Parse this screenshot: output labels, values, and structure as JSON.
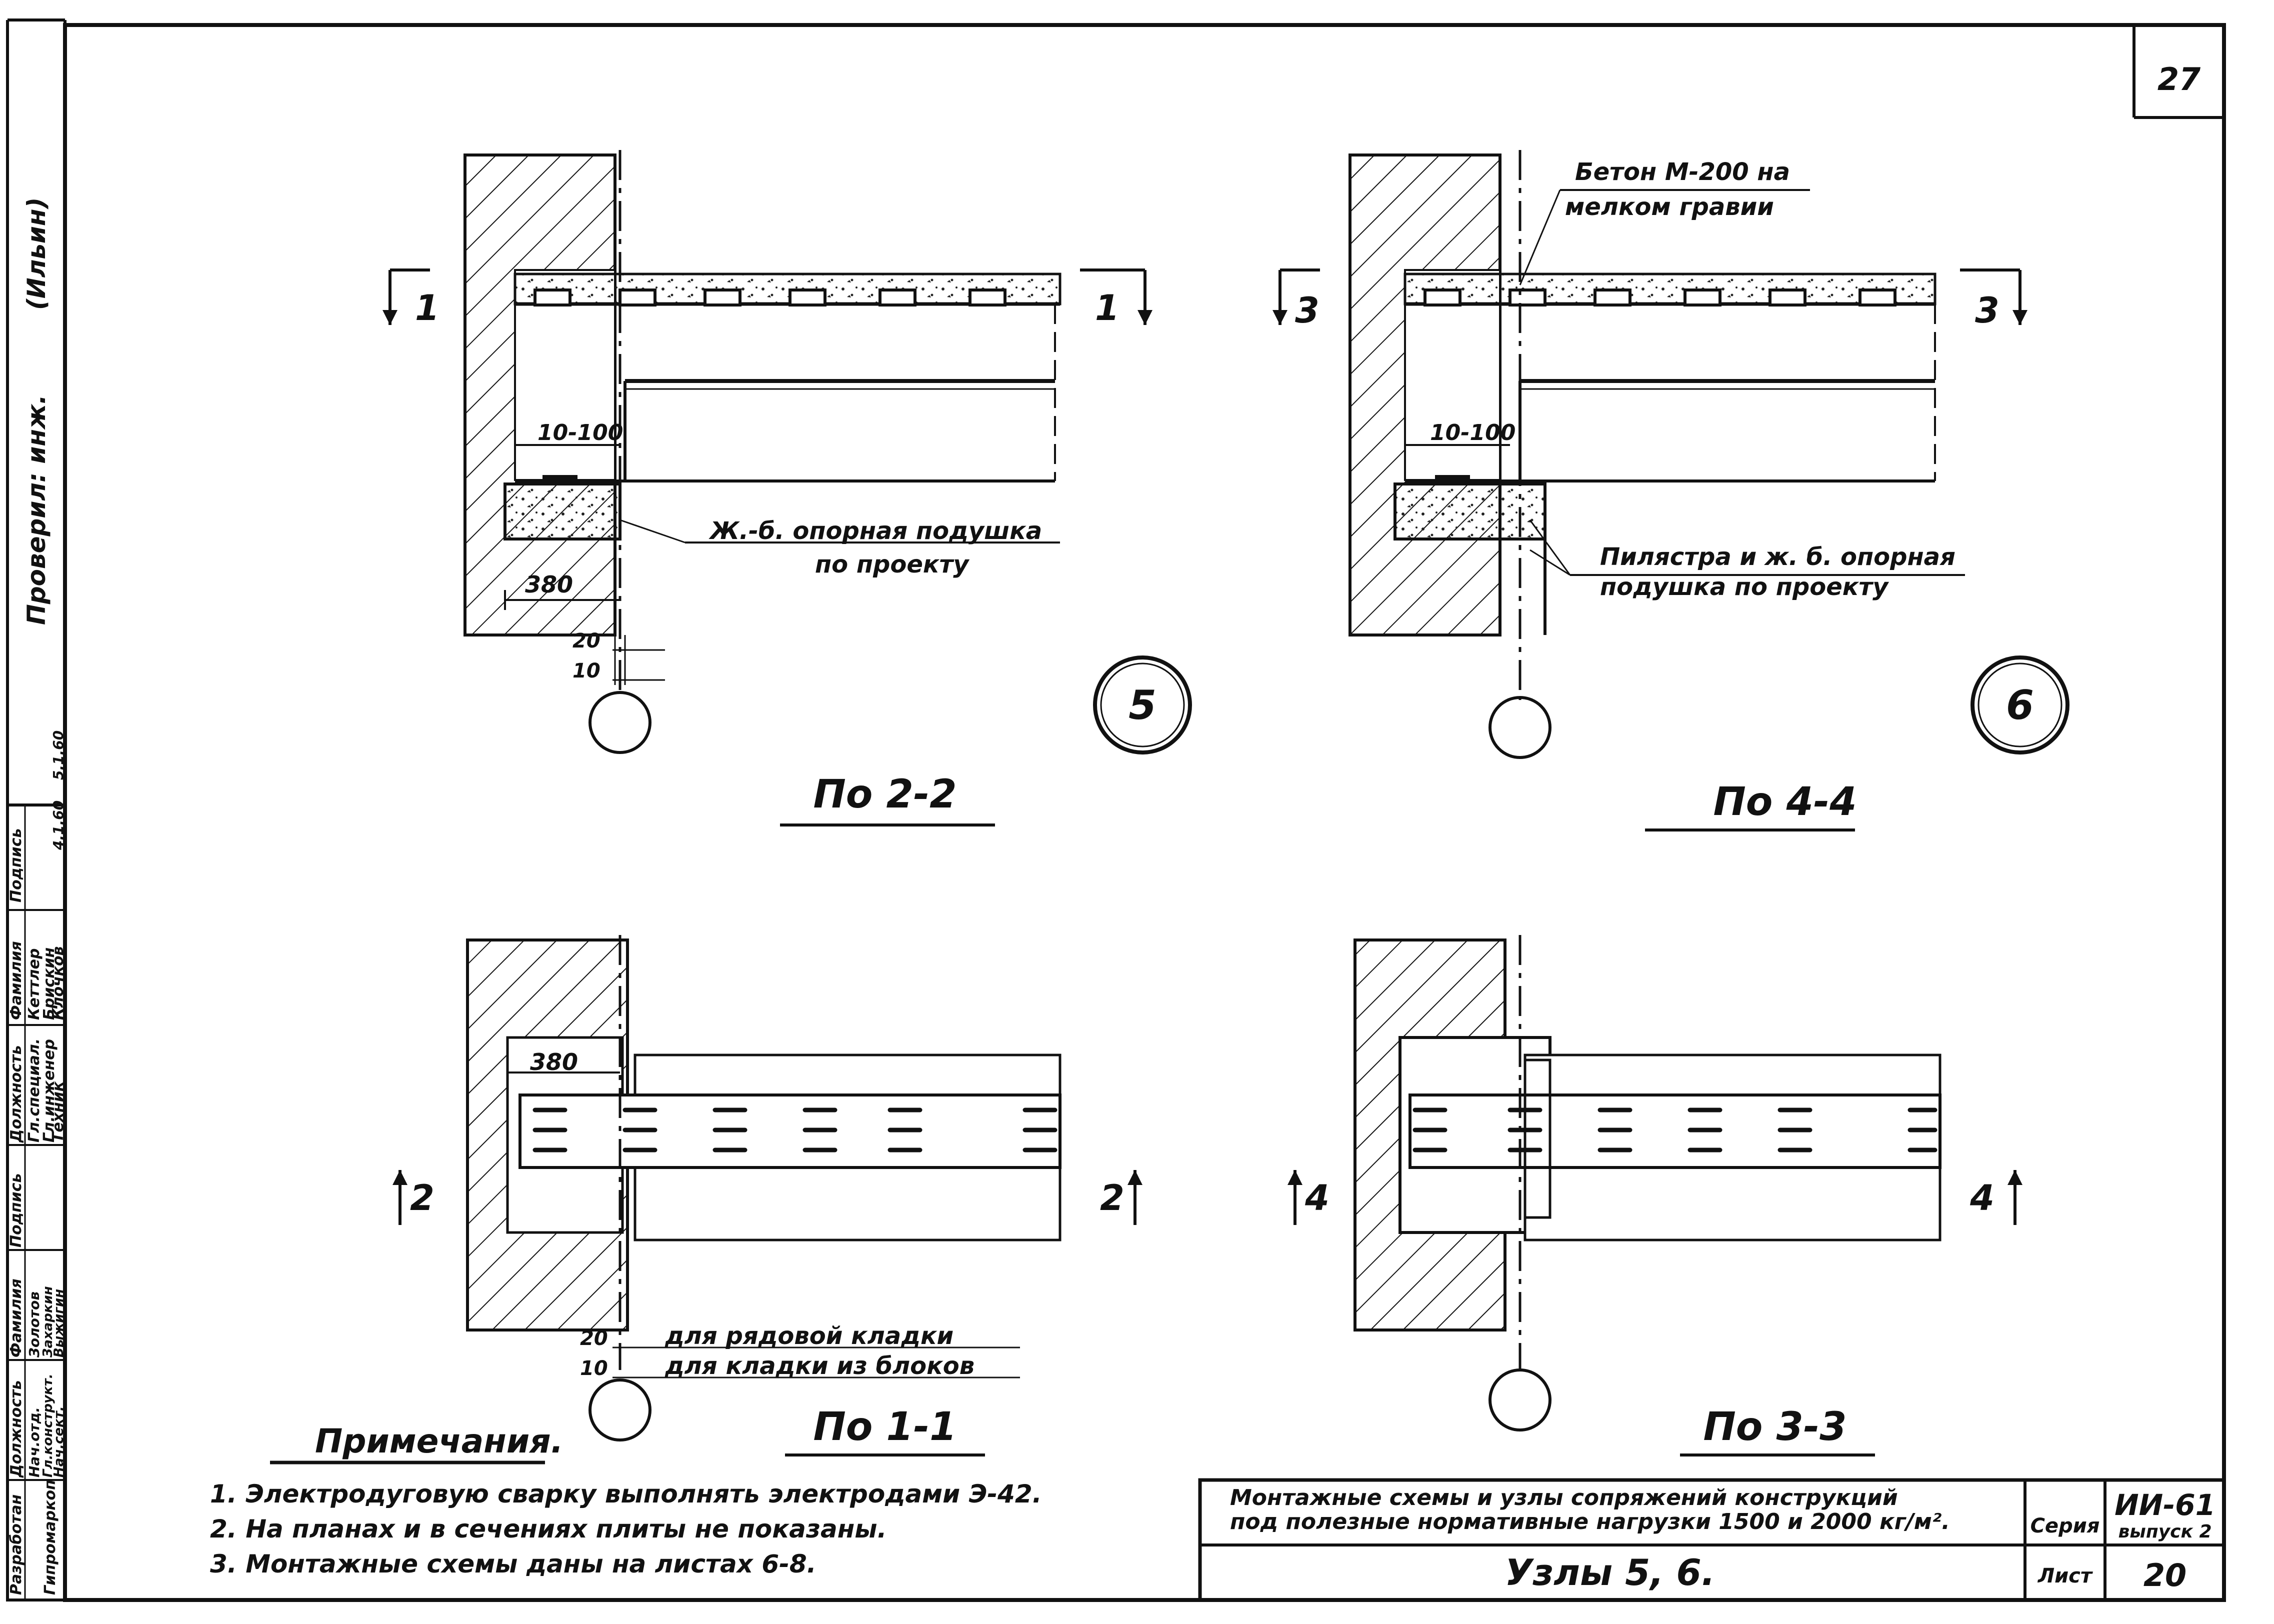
{
  "sheet_number": "27",
  "nodes": {
    "node5": {
      "number": "5",
      "view": "По 2-2",
      "section_left": "1",
      "section_right": "1",
      "weld": "10-100",
      "dim_width": "380",
      "dim_a": "20",
      "dim_b": "10",
      "note_cushion_1": "Ж.-б. опорная подушка",
      "note_cushion_2": "по проекту"
    },
    "node6": {
      "number": "6",
      "view": "По 4-4",
      "section_left": "3",
      "section_right": "3",
      "weld": "10-100",
      "concrete_1": "Бетон М-200 на",
      "concrete_2": "мелком гравии",
      "note_pilaster_1": "Пилястра и ж. б. опорная",
      "note_pilaster_2": "подушка по проекту"
    },
    "plan1": {
      "view": "По 1-1",
      "section_left": "2",
      "section_right": "2",
      "dim_width": "380",
      "dim_a": "20",
      "dim_b": "10",
      "note_a": "для рядовой кладки",
      "note_b": "для кладки из блоков"
    },
    "plan3": {
      "view": "По 3-3",
      "section_left": "4",
      "section_right": "4"
    }
  },
  "notes": {
    "title": "Примечания.",
    "items": [
      "1. Электродуговую сварку выполнять электродами Э-42.",
      "2. На планах и в сечениях плиты не показаны.",
      "3. Монтажные схемы даны на листах 6-8."
    ]
  },
  "title_block": {
    "description_1": "Монтажные схемы и узлы сопряжений конструкций",
    "description_2": "под полезные нормативные нагрузки 1500 и 2000 кг/м².",
    "drawing_title": "Узлы 5, 6.",
    "series_label": "Серия",
    "series_value": "ИИ-61",
    "issue": "выпуск 2",
    "sheet_label": "Лист",
    "sheet_value": "20"
  },
  "side_stamp": {
    "checked": "Проверил: инж.",
    "checked_name": "(Ильин)",
    "headers": [
      "Должность",
      "Фамилия",
      "Подпись"
    ],
    "top_rows": [
      {
        "position": "Гл.специал.",
        "name": "Кеттлер",
        "date": "4.1.60"
      },
      {
        "position": "Гл.инженер",
        "name": "Брискин",
        "date": "5.1.60"
      },
      {
        "position": "Техник",
        "name": "Клочков",
        "date": ""
      }
    ],
    "bottom_rows": [
      {
        "position": "Нач.отд.",
        "name": "Золотов"
      },
      {
        "position": "Гл.конструкт.",
        "name": "Захаркин"
      },
      {
        "position": "Нач.сект.",
        "name": "Выжигин"
      }
    ],
    "developed": "Разработан",
    "organization": "Гипромаркоп"
  }
}
